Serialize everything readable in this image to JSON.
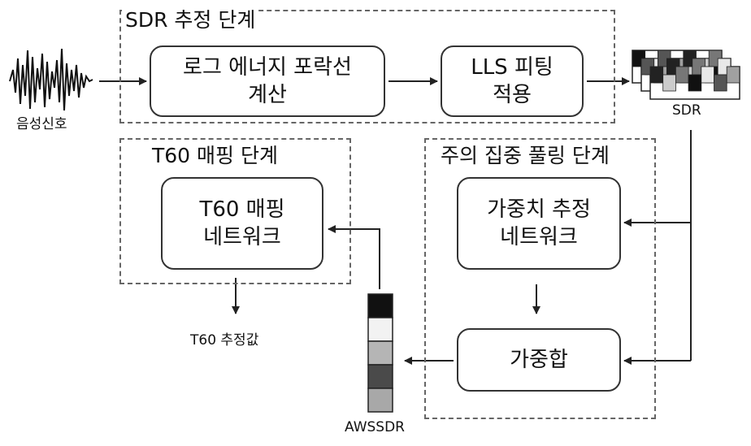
{
  "stages": {
    "sdr": {
      "label": "SDR 추정 단계"
    },
    "t60": {
      "label": "T60 매핑 단계"
    },
    "attention": {
      "label": "주의 집중 풀링 단계"
    }
  },
  "nodes": {
    "log_energy": {
      "line1": "로그 에너지 포락선",
      "line2": "계산"
    },
    "lls": {
      "line1": "LLS 피팅",
      "line2": "적용"
    },
    "weight_net": {
      "line1": "가중치 추정",
      "line2": "네트워크"
    },
    "weighted_sum": {
      "line1": "가중합"
    },
    "t60_net": {
      "line1": "T60 매핑",
      "line2": "네트워크"
    }
  },
  "captions": {
    "speech": "음성신호",
    "sdr": "SDR",
    "awssdr": "AWSSDR",
    "t60_estimate": "T60 추정값"
  },
  "colors": {
    "awssdr_cells": [
      "#111111",
      "#f2f2f2",
      "#b5b5b5",
      "#4a4a4a",
      "#a8a8a8"
    ],
    "sdr_cells": [
      "#111111",
      "#e8e8e8",
      "#555555",
      "#a0a0a0",
      "#222222",
      "#cccccc",
      "#777777"
    ]
  }
}
